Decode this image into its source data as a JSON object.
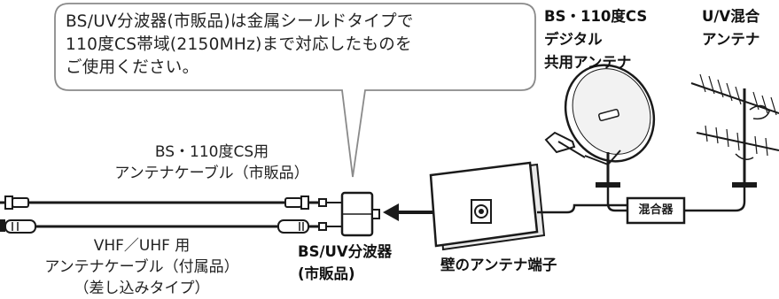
{
  "callout": {
    "line1": "BS/UV分波器(市販品)は金属シールドタイプで",
    "line2": "110度CS帯域(2150MHz)まで対応したものを",
    "line3": "ご使用ください。"
  },
  "antenna_bs": {
    "line1": "BS・110度CS",
    "line2": "デジタル",
    "line3": "共用アンテナ"
  },
  "antenna_uv": {
    "line1": "U/V混合",
    "line2": "アンテナ"
  },
  "cable_bs": {
    "line1": "BS・110度CS用",
    "line2": "アンテナケーブル（市販品）"
  },
  "cable_uv": {
    "line1": "VHF／UHF 用",
    "line2": "アンテナケーブル（付属品）",
    "line3": "（差し込みタイプ）"
  },
  "splitter": {
    "line1": "BS/UV分波器",
    "line2": "(市販品)"
  },
  "wall_terminal": {
    "label": "壁のアンテナ端子"
  },
  "mixer": {
    "label": "混合器"
  },
  "colors": {
    "line": "#1a1a1a",
    "callout_border": "#8a8a8a",
    "device_fill": "#ffffff"
  }
}
